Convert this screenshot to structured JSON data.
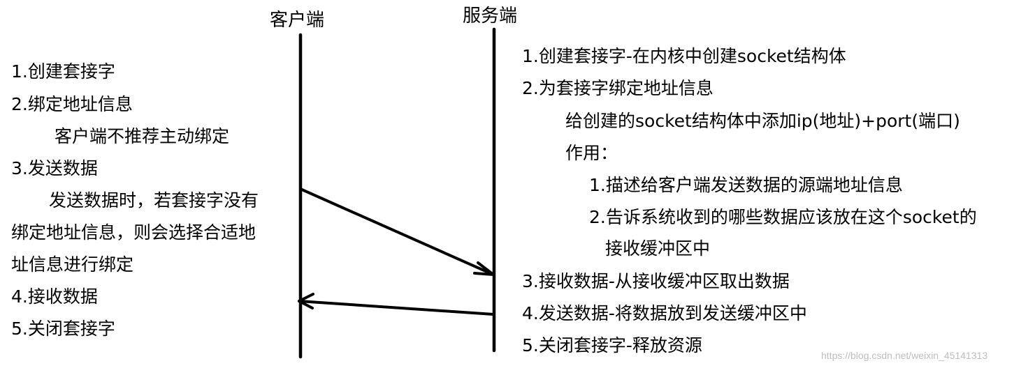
{
  "headers": {
    "client": "客户端",
    "server": "服务端"
  },
  "client_steps": [
    "1.创建套接字",
    "2.绑定地址信息",
    "客户端不推荐主动绑定",
    "3.发送数据",
    "发送数据时，若套接字没有",
    "绑定地址信息，则会选择合适地",
    "址信息进行绑定",
    "4.接收数据",
    "5.关闭套接字"
  ],
  "server_steps": [
    "1.创建套接字-在内核中创建socket结构体",
    "2.为套接字绑定地址信息",
    "给创建的socket结构体中添加ip(地址)+port(端口)",
    "作用：",
    "1.描述给客户端发送数据的源端地址信息",
    "2.告诉系统收到的哪些数据应该放在这个socket的",
    "接收缓冲区中",
    "3.接收数据-从接收缓冲区取出数据",
    "4.发送数据-将数据放到发送缓冲区中",
    "5.关闭套接字-释放资源"
  ],
  "watermark": "https://blog.csdn.net/weixin_45141313",
  "colors": {
    "line": "#000000",
    "text": "#000000",
    "watermark": "#bdbdbd"
  }
}
